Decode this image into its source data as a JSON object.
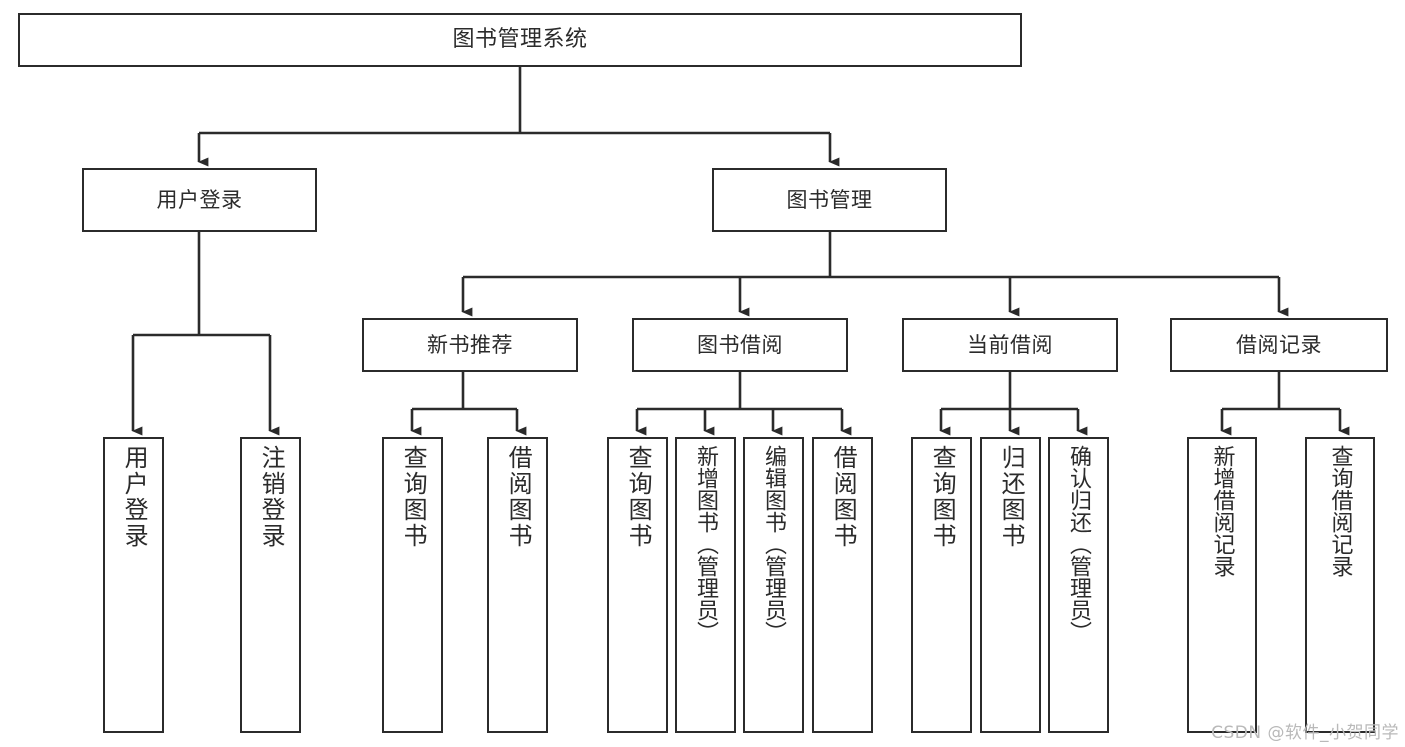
{
  "diagram": {
    "type": "tree",
    "title": "图书管理系统",
    "watermark": "CSDN @软件_小贺同学",
    "root": {
      "id": "root",
      "label": "图书管理系统"
    },
    "level2": [
      {
        "id": "user-login",
        "label": "用户登录"
      },
      {
        "id": "book-manage",
        "label": "图书管理"
      }
    ],
    "level3": [
      {
        "id": "new-book-recommend",
        "label": "新书推荐",
        "parent": "book-manage"
      },
      {
        "id": "book-borrow",
        "label": "图书借阅",
        "parent": "book-manage"
      },
      {
        "id": "current-borrow",
        "label": "当前借阅",
        "parent": "book-manage"
      },
      {
        "id": "borrow-record",
        "label": "借阅记录",
        "parent": "book-manage"
      }
    ],
    "leaves": {
      "user-login": [
        {
          "id": "leaf-user-login",
          "label": "用户登录"
        },
        {
          "id": "leaf-user-logout",
          "label": "注销登录"
        }
      ],
      "new-book-recommend": [
        {
          "id": "leaf-query-book-1",
          "label": "查询图书"
        },
        {
          "id": "leaf-borrow-book-1",
          "label": "借阅图书"
        }
      ],
      "book-borrow": [
        {
          "id": "leaf-query-book-2",
          "label": "查询图书"
        },
        {
          "id": "leaf-add-book",
          "label": "新增图书（管理员）"
        },
        {
          "id": "leaf-edit-book",
          "label": "编辑图书（管理员）"
        },
        {
          "id": "leaf-borrow-book-2",
          "label": "借阅图书"
        }
      ],
      "current-borrow": [
        {
          "id": "leaf-query-book-3",
          "label": "查询图书"
        },
        {
          "id": "leaf-return-book",
          "label": "归还图书"
        },
        {
          "id": "leaf-confirm-return",
          "label": "确认归还（管理员）"
        }
      ],
      "borrow-record": [
        {
          "id": "leaf-add-record",
          "label": "新增借阅记录"
        },
        {
          "id": "leaf-query-record",
          "label": "查询借阅记录"
        }
      ]
    },
    "colors": {
      "stroke": "#2b2b2b",
      "fill": "#ffffff",
      "text": "#2b2b2b",
      "watermark": "#b9b9b9"
    }
  }
}
